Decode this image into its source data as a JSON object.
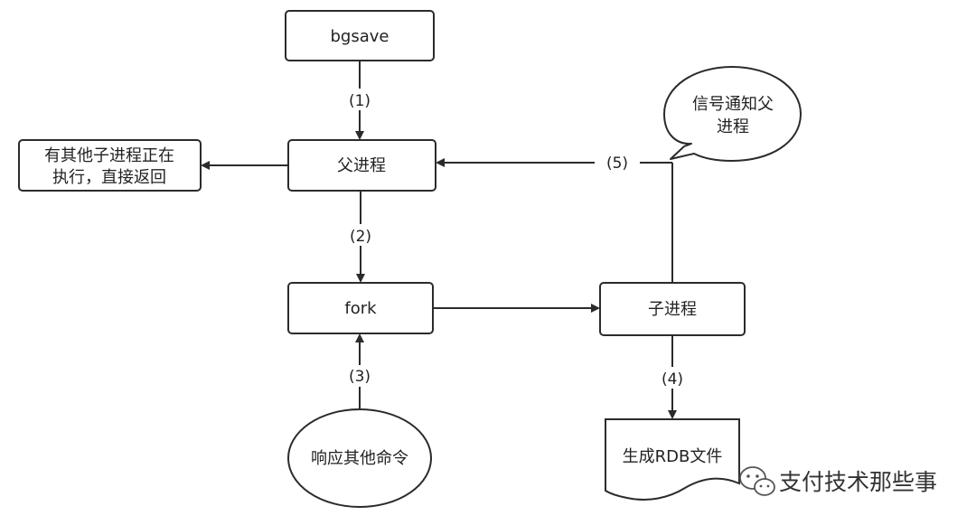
{
  "nodes": {
    "bgsave": "bgsave",
    "parent": "父进程",
    "other_child_line1": "有其他子进程正在",
    "other_child_line2": "执行，直接返回",
    "fork": "fork",
    "child": "子进程",
    "notify_line1": "信号通知父",
    "notify_line2": "进程",
    "respond": "响应其他命令",
    "rdb": "生成RDB文件"
  },
  "edge_labels": {
    "step1": "(1)",
    "step2": "(2)",
    "step3": "(3)",
    "step4": "(4)",
    "step5": "(5)"
  },
  "watermark": {
    "text": "支付技术那些事",
    "icon": "wechat-icon"
  },
  "colors": {
    "stroke": "#2b2b2b",
    "text": "#222222",
    "background": "#ffffff"
  }
}
